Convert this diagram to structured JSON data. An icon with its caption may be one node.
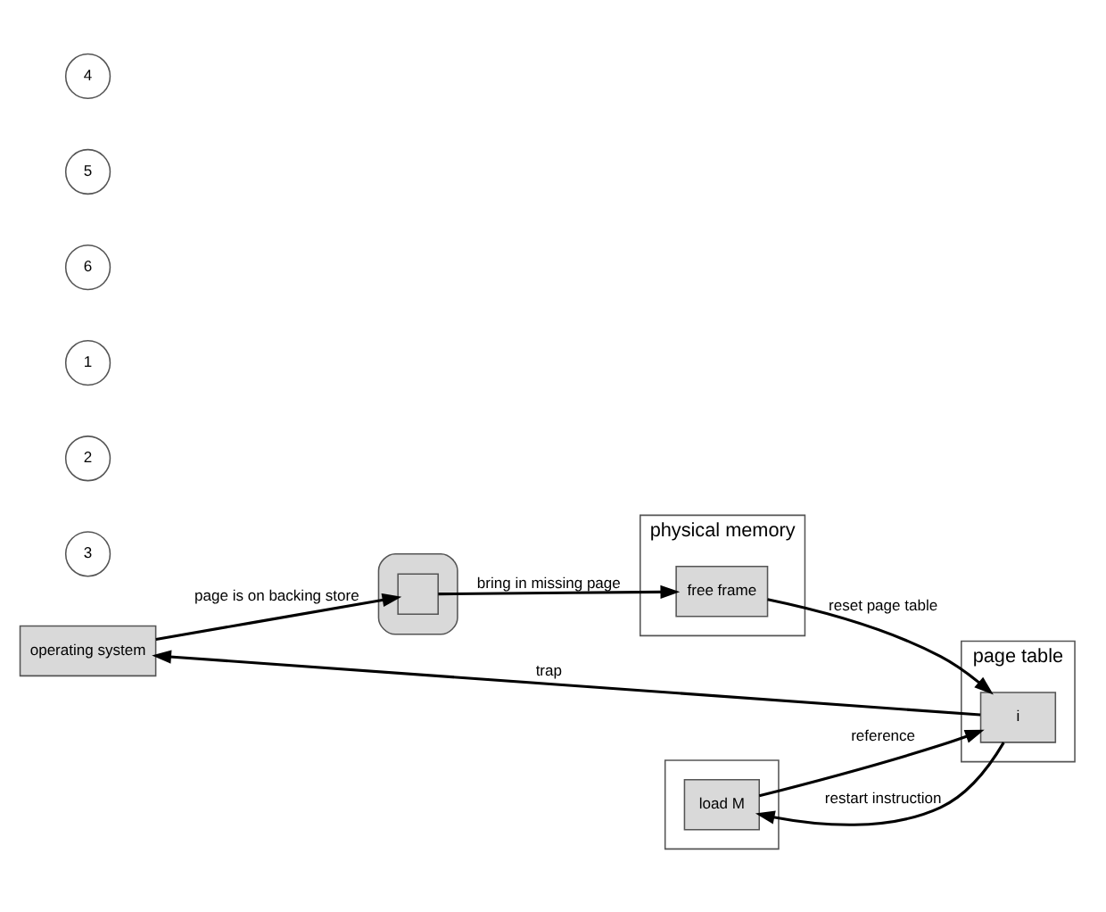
{
  "diagram": {
    "nodes": [
      {
        "text": [
          "operating system"
        ]
      },
      {
        "text": [],
        "shape": "box"
      },
      {
        "text": [
          "load M"
        ],
        "in": 1
      },
      {
        "text": [
          "page table"
        ]
      },
      {
        "text": [
          "i"
        ],
        "in": 3
      },
      {
        "text": [
          "physical memory"
        ]
      },
      {
        "text": [
          "free frame"
        ],
        "in": 5
      },
      {
        "text": [],
        "shape": "cylinder"
      },
      {
        "text": [],
        "shape": "box",
        "in": 7
      }
    ],
    "edges": [
      {
        "from": 2,
        "to": 4,
        "arrow": "to",
        "label": "reference"
      },
      {
        "from": 4,
        "to": 0,
        "arrow": "to",
        "label": "trap"
      },
      {
        "from": 0,
        "to": 8,
        "arrow": "to",
        "label": "page is on backing store"
      },
      {
        "from": 8,
        "to": 6,
        "arrow": "to",
        "label": "bring in missing page"
      },
      {
        "from": 6,
        "to": 4,
        "arrow": "to",
        "label": "reset page table"
      },
      {
        "from": 4,
        "to": 2,
        "arrow": "to",
        "label": "restart instruction"
      }
    ],
    "labels": [
      "3",
      "2",
      "1",
      "6",
      "5",
      "4"
    ]
  }
}
